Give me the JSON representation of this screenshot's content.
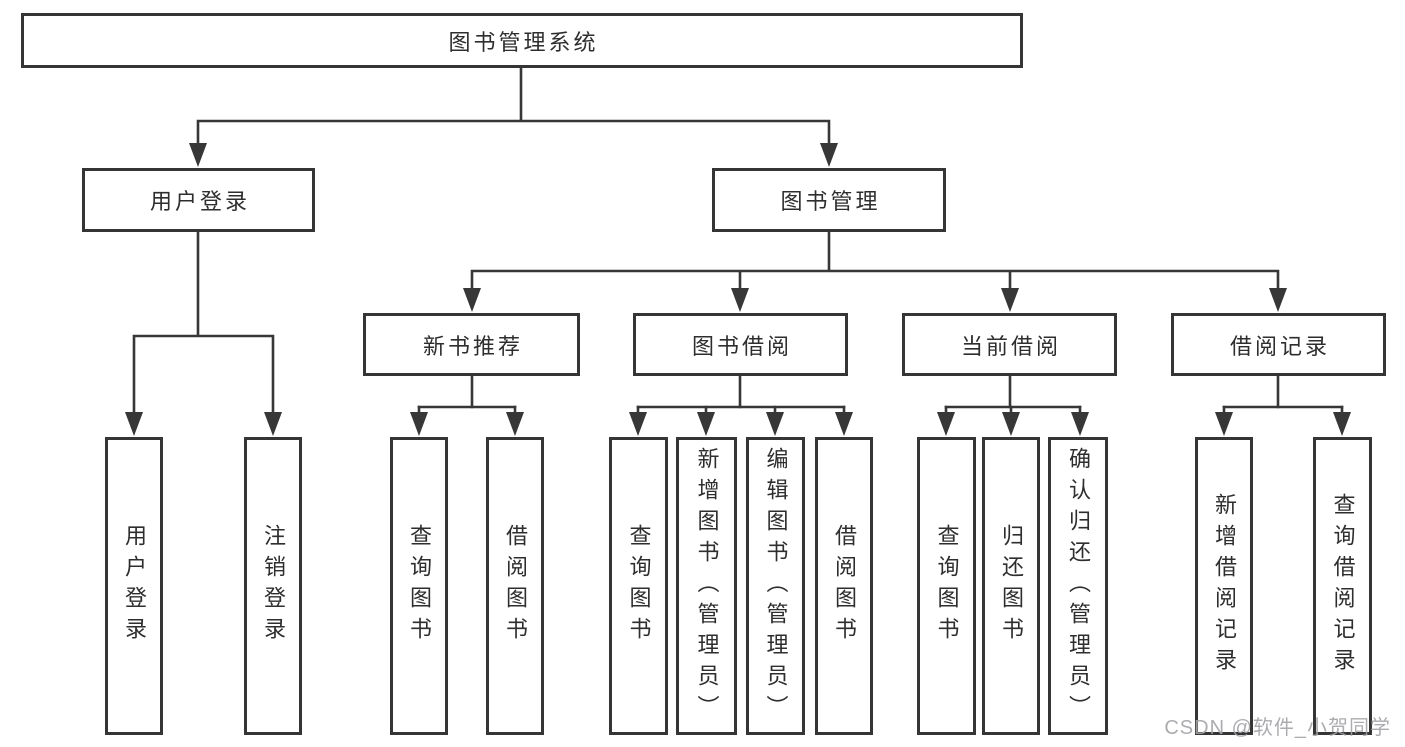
{
  "tree": {
    "root": {
      "label": "图书管理系统"
    },
    "branches": [
      {
        "label": "用户登录",
        "children": [
          {
            "label": "用户登录"
          },
          {
            "label": "注销登录"
          }
        ]
      },
      {
        "label": "图书管理",
        "groups": [
          {
            "label": "新书推荐",
            "children": [
              {
                "label": "查询图书"
              },
              {
                "label": "借阅图书"
              }
            ]
          },
          {
            "label": "图书借阅",
            "children": [
              {
                "label": "查询图书"
              },
              {
                "label": "新增图书（管理员）"
              },
              {
                "label": "编辑图书（管理员）"
              },
              {
                "label": "借阅图书"
              }
            ]
          },
          {
            "label": "当前借阅",
            "children": [
              {
                "label": "查询图书"
              },
              {
                "label": "归还图书"
              },
              {
                "label": "确认归还（管理员）"
              }
            ]
          },
          {
            "label": "借阅记录",
            "children": [
              {
                "label": "新增借阅记录"
              },
              {
                "label": "查询借阅记录"
              }
            ]
          }
        ]
      }
    ]
  },
  "watermark": {
    "text": "CSDN @软件_小贺同学"
  },
  "colors": {
    "line": "#373737",
    "box_border": "#353535",
    "text": "#2e2e2e",
    "watermark": "#a4a4a8",
    "background": "#ffffff"
  }
}
